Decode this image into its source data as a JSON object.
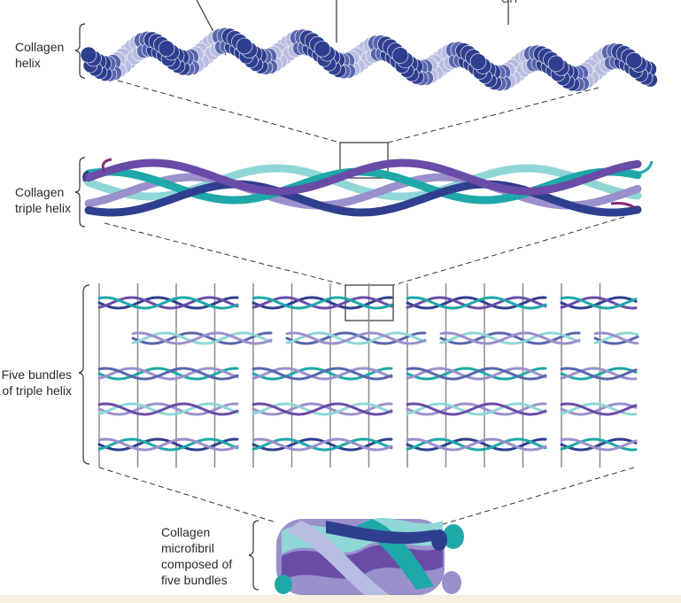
{
  "labels": {
    "collagen_helix": [
      "Collagen",
      "helix"
    ],
    "triple_helix": [
      "Collagen",
      "triple helix"
    ],
    "five_bundles": [
      "Five bundles",
      "of triple helix"
    ],
    "microfibril": [
      "Collagen",
      "microfibril",
      "composed of",
      "five bundles"
    ],
    "top_partial": "OH"
  },
  "colors": {
    "navy": "#2f3f8f",
    "mid_blue": "#5866ad",
    "pale_blue": "#b7bde0",
    "lavender": "#9a90cc",
    "purple": "#6a4ca8",
    "teal": "#1ea8a8",
    "aqua": "#8fd6d6",
    "magenta": "#8a2a78",
    "grey": "#8c8c8c",
    "strip": "#f7efdf"
  }
}
